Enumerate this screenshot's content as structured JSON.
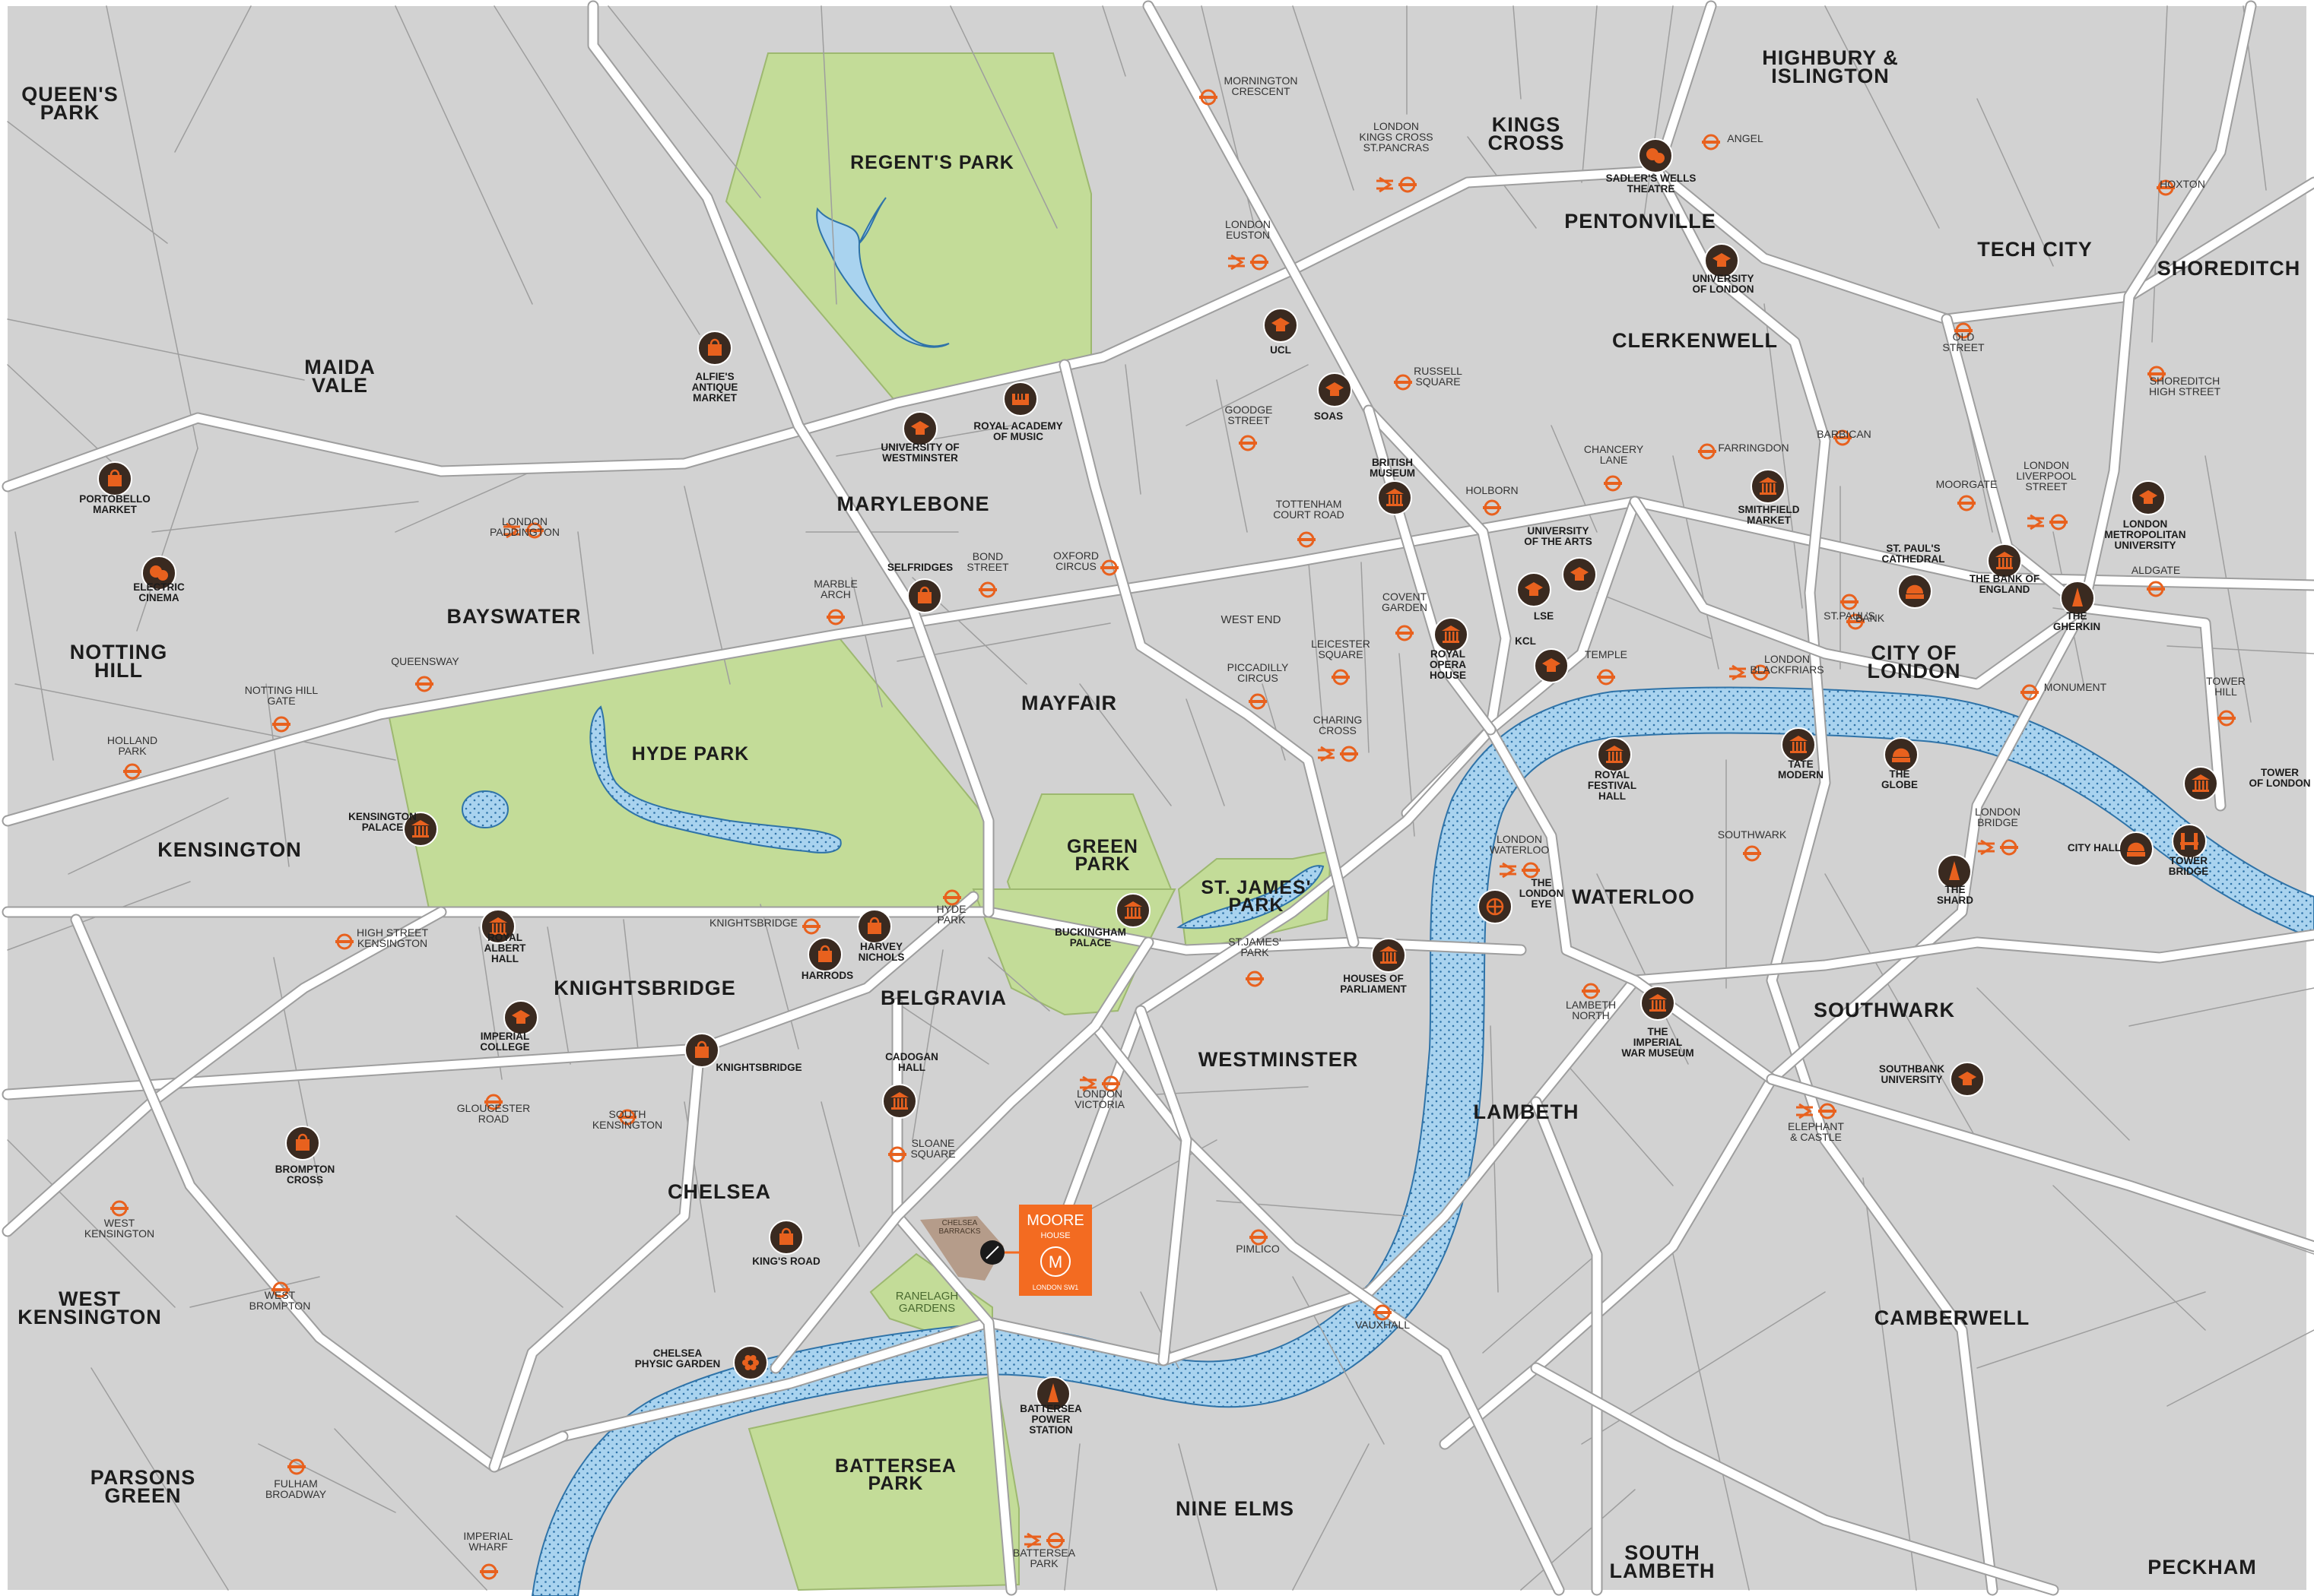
{
  "map": {
    "colors": {
      "background": "#d2d2d2",
      "road": "#ffffff",
      "road_edge": "#9e9e9e",
      "park": "#c3dc98",
      "river": "#a9d3ef",
      "river_dot": "#2f73a8",
      "poi_circle": "#3a2a20",
      "poi_glyph": "#e8611e",
      "station": "#e8611e",
      "brand": "#f36b21",
      "barracks": "#b59c8a"
    },
    "districts": [
      {
        "id": "queens-park",
        "lines": [
          "QUEEN'S",
          "PARK"
        ]
      },
      {
        "id": "maida-vale",
        "lines": [
          "MAIDA",
          "VALE"
        ]
      },
      {
        "id": "notting-hill",
        "lines": [
          "NOTTING",
          "HILL"
        ]
      },
      {
        "id": "bayswater",
        "lines": [
          "BAYSWATER"
        ]
      },
      {
        "id": "marylebone",
        "lines": [
          "MARYLEBONE"
        ]
      },
      {
        "id": "mayfair",
        "lines": [
          "MAYFAIR"
        ]
      },
      {
        "id": "kensington",
        "lines": [
          "KENSINGTON"
        ]
      },
      {
        "id": "knightsbridge",
        "lines": [
          "KNIGHTSBRIDGE"
        ]
      },
      {
        "id": "belgravia",
        "lines": [
          "BELGRAVIA"
        ]
      },
      {
        "id": "chelsea",
        "lines": [
          "CHELSEA"
        ]
      },
      {
        "id": "west-kensington",
        "lines": [
          "WEST",
          "KENSINGTON"
        ]
      },
      {
        "id": "parsons-green",
        "lines": [
          "PARSONS",
          "GREEN"
        ]
      },
      {
        "id": "westminster",
        "lines": [
          "WESTMINSTER"
        ]
      },
      {
        "id": "lambeth",
        "lines": [
          "LAMBETH"
        ]
      },
      {
        "id": "nine-elms",
        "lines": [
          "NINE ELMS"
        ]
      },
      {
        "id": "south-lambeth",
        "lines": [
          "SOUTH",
          "LAMBETH"
        ]
      },
      {
        "id": "waterloo",
        "lines": [
          "WATERLOO"
        ]
      },
      {
        "id": "southwark",
        "lines": [
          "SOUTHWARK"
        ]
      },
      {
        "id": "camberwell",
        "lines": [
          "CAMBERWELL"
        ]
      },
      {
        "id": "peckham",
        "lines": [
          "PECKHAM"
        ]
      },
      {
        "id": "kings-cross",
        "lines": [
          "KINGS",
          "CROSS"
        ]
      },
      {
        "id": "pentonville",
        "lines": [
          "PENTONVILLE"
        ]
      },
      {
        "id": "clerkenwell",
        "lines": [
          "CLERKENWELL"
        ]
      },
      {
        "id": "highbury-islington",
        "lines": [
          "HIGHBURY &",
          "ISLINGTON"
        ]
      },
      {
        "id": "tech-city",
        "lines": [
          "TECH CITY"
        ]
      },
      {
        "id": "shoreditch",
        "lines": [
          "SHOREDITCH"
        ]
      },
      {
        "id": "city-of-london",
        "lines": [
          "CITY OF",
          "LONDON"
        ]
      }
    ],
    "parks": [
      {
        "id": "regents-park",
        "lines": [
          "REGENT'S PARK"
        ]
      },
      {
        "id": "hyde-park",
        "lines": [
          "HYDE PARK"
        ]
      },
      {
        "id": "green-park",
        "lines": [
          "GREEN",
          "PARK"
        ]
      },
      {
        "id": "st-james-park",
        "lines": [
          "ST. JAMES'",
          "PARK"
        ]
      },
      {
        "id": "battersea-park",
        "lines": [
          "BATTERSEA",
          "PARK"
        ]
      },
      {
        "id": "ranelagh-gardens",
        "lines": [
          "RANELAGH",
          "GARDENS"
        ]
      }
    ],
    "stations": [
      {
        "id": "mornington-crescent",
        "lines": [
          "MORNINGTON",
          "CRESCENT"
        ]
      },
      {
        "id": "london-kings-cross",
        "lines": [
          "LONDON",
          "KINGS CROSS",
          "ST.PANCRAS"
        ]
      },
      {
        "id": "angel",
        "lines": [
          "ANGEL"
        ]
      },
      {
        "id": "hoxton",
        "lines": [
          "HOXTON"
        ]
      },
      {
        "id": "london-euston",
        "lines": [
          "LONDON",
          "EUSTON"
        ]
      },
      {
        "id": "russell-square",
        "lines": [
          "RUSSELL",
          "SQUARE"
        ]
      },
      {
        "id": "old-street",
        "lines": [
          "OLD",
          "STREET"
        ]
      },
      {
        "id": "shoreditch-high-street",
        "lines": [
          "SHOREDITCH",
          "HIGH STREET"
        ]
      },
      {
        "id": "goodge-street",
        "lines": [
          "GOODGE",
          "STREET"
        ]
      },
      {
        "id": "farringdon",
        "lines": [
          "FARRINGDON"
        ]
      },
      {
        "id": "barbican",
        "lines": [
          "BARBICAN"
        ]
      },
      {
        "id": "chancery-lane",
        "lines": [
          "CHANCERY",
          "LANE"
        ]
      },
      {
        "id": "holborn",
        "lines": [
          "HOLBORN"
        ]
      },
      {
        "id": "tottenham-court-road",
        "lines": [
          "TOTTENHAM",
          "COURT ROAD"
        ]
      },
      {
        "id": "moorgate",
        "lines": [
          "MOORGATE"
        ]
      },
      {
        "id": "london-liverpool-street",
        "lines": [
          "LONDON",
          "LIVERPOOL",
          "STREET"
        ]
      },
      {
        "id": "aldgate",
        "lines": [
          "ALDGATE"
        ]
      },
      {
        "id": "london-paddington",
        "lines": [
          "LONDON",
          "PADDINGTON"
        ]
      },
      {
        "id": "marble-arch",
        "lines": [
          "MARBLE",
          "ARCH"
        ]
      },
      {
        "id": "bond-street",
        "lines": [
          "BOND",
          "STREET"
        ]
      },
      {
        "id": "oxford-circus",
        "lines": [
          "OXFORD",
          "CIRCUS"
        ]
      },
      {
        "id": "queensway",
        "lines": [
          "QUEENSWAY"
        ]
      },
      {
        "id": "notting-hill-gate",
        "lines": [
          "NOTTING HILL",
          "GATE"
        ]
      },
      {
        "id": "holland-park",
        "lines": [
          "HOLLAND",
          "PARK"
        ]
      },
      {
        "id": "covent-garden",
        "lines": [
          "COVENT",
          "GARDEN"
        ]
      },
      {
        "id": "leicester-square",
        "lines": [
          "LEICESTER",
          "SQUARE"
        ]
      },
      {
        "id": "piccadilly-circus",
        "lines": [
          "PICCADILLY",
          "CIRCUS"
        ]
      },
      {
        "id": "charing-cross",
        "lines": [
          "CHARING",
          "CROSS"
        ]
      },
      {
        "id": "temple",
        "lines": [
          "TEMPLE"
        ]
      },
      {
        "id": "london-blackfriars",
        "lines": [
          "LONDON",
          "BLACKFRIARS"
        ]
      },
      {
        "id": "st-pauls",
        "lines": [
          "ST.PAUL'S"
        ]
      },
      {
        "id": "bank",
        "lines": [
          "BANK"
        ]
      },
      {
        "id": "monument",
        "lines": [
          "MONUMENT"
        ]
      },
      {
        "id": "tower-hill",
        "lines": [
          "TOWER",
          "HILL"
        ]
      },
      {
        "id": "high-street-kensington",
        "lines": [
          "HIGH STREET",
          "KENSINGTON"
        ]
      },
      {
        "id": "knightsbridge-stn",
        "lines": [
          "KNIGHTSBRIDGE"
        ]
      },
      {
        "id": "hyde-park-corner",
        "lines": [
          "HYDE",
          "PARK"
        ]
      },
      {
        "id": "st-james-park-stn",
        "lines": [
          "ST.JAMES'",
          "PARK"
        ]
      },
      {
        "id": "london-waterloo",
        "lines": [
          "LONDON",
          "WATERLOO"
        ]
      },
      {
        "id": "southwark-stn",
        "lines": [
          "SOUTHWARK"
        ]
      },
      {
        "id": "london-bridge",
        "lines": [
          "LONDON",
          "BRIDGE"
        ]
      },
      {
        "id": "gloucester-road",
        "lines": [
          "GLOUCESTER",
          "ROAD"
        ]
      },
      {
        "id": "south-kensington",
        "lines": [
          "SOUTH",
          "KENSINGTON"
        ]
      },
      {
        "id": "sloane-square",
        "lines": [
          "SLOANE",
          "SQUARE"
        ]
      },
      {
        "id": "london-victoria",
        "lines": [
          "LONDON",
          "VICTORIA"
        ]
      },
      {
        "id": "lambeth-north",
        "lines": [
          "LAMBETH",
          "NORTH"
        ]
      },
      {
        "id": "elephant-castle",
        "lines": [
          "ELEPHANT",
          "& CASTLE"
        ]
      },
      {
        "id": "west-kensington-stn",
        "lines": [
          "WEST",
          "KENSINGTON"
        ]
      },
      {
        "id": "west-brompton",
        "lines": [
          "WEST",
          "BROMPTON"
        ]
      },
      {
        "id": "pimlico",
        "lines": [
          "PIMLICO"
        ]
      },
      {
        "id": "vauxhall",
        "lines": [
          "VAUXHALL"
        ]
      },
      {
        "id": "fulham-broadway",
        "lines": [
          "FULHAM",
          "BROADWAY"
        ]
      },
      {
        "id": "imperial-wharf",
        "lines": [
          "IMPERIAL",
          "WHARF"
        ]
      },
      {
        "id": "battersea-park-stn",
        "lines": [
          "BATTERSEA",
          "PARK"
        ]
      }
    ],
    "pois": [
      {
        "id": "alfies-antique-market",
        "lines": [
          "ALFIE'S",
          "ANTIQUE",
          "MARKET"
        ]
      },
      {
        "id": "royal-academy-of-music",
        "lines": [
          "ROYAL ACADEMY",
          "OF MUSIC"
        ]
      },
      {
        "id": "university-of-westminster",
        "lines": [
          "UNIVERSITY OF",
          "WESTMINSTER"
        ]
      },
      {
        "id": "portobello-market",
        "lines": [
          "PORTOBELLO",
          "MARKET"
        ]
      },
      {
        "id": "electric-cinema",
        "lines": [
          "ELECTRIC",
          "CINEMA"
        ]
      },
      {
        "id": "selfridges",
        "lines": [
          "SELFRIDGES"
        ]
      },
      {
        "id": "ucl",
        "lines": [
          "UCL"
        ]
      },
      {
        "id": "soas",
        "lines": [
          "SOAS"
        ]
      },
      {
        "id": "british-museum",
        "lines": [
          "BRITISH",
          "MUSEUM"
        ]
      },
      {
        "id": "sadlers-wells-theatre",
        "lines": [
          "SADLER'S WELLS",
          "THEATRE"
        ]
      },
      {
        "id": "university-of-london",
        "lines": [
          "UNIVERSITY",
          "OF LONDON"
        ]
      },
      {
        "id": "smithfield-market",
        "lines": [
          "SMITHFIELD",
          "MARKET"
        ]
      },
      {
        "id": "university-of-the-arts",
        "lines": [
          "UNIVERSITY",
          "OF THE ARTS"
        ]
      },
      {
        "id": "lse",
        "lines": [
          "LSE"
        ]
      },
      {
        "id": "royal-opera-house",
        "lines": [
          "ROYAL",
          "OPERA",
          "HOUSE"
        ]
      },
      {
        "id": "kcl",
        "lines": [
          "KCL"
        ]
      },
      {
        "id": "st-pauls-cathedral",
        "lines": [
          "ST. PAUL'S",
          "CATHEDRAL"
        ]
      },
      {
        "id": "bank-of-england",
        "lines": [
          "THE BANK OF",
          "ENGLAND"
        ]
      },
      {
        "id": "the-gherkin",
        "lines": [
          "THE",
          "GHERKIN"
        ]
      },
      {
        "id": "london-metropolitan-university",
        "lines": [
          "LONDON",
          "METROPOLITAN",
          "UNIVERSITY"
        ]
      },
      {
        "id": "kensington-palace",
        "lines": [
          "KENSINGTON",
          "PALACE"
        ]
      },
      {
        "id": "royal-albert-hall",
        "lines": [
          "ROYAL",
          "ALBERT",
          "HALL"
        ]
      },
      {
        "id": "imperial-college",
        "lines": [
          "IMPERIAL",
          "COLLEGE"
        ]
      },
      {
        "id": "harvey-nichols",
        "lines": [
          "HARVEY",
          "NICHOLS"
        ]
      },
      {
        "id": "harrods",
        "lines": [
          "HARRODS"
        ]
      },
      {
        "id": "buckingham-palace",
        "lines": [
          "BUCKINGHAM",
          "PALACE"
        ]
      },
      {
        "id": "houses-of-parliament",
        "lines": [
          "HOUSES OF",
          "PARLIAMENT"
        ]
      },
      {
        "id": "london-eye",
        "lines": [
          "THE",
          "LONDON",
          "EYE"
        ]
      },
      {
        "id": "royal-festival-hall",
        "lines": [
          "ROYAL",
          "FESTIVAL",
          "HALL"
        ]
      },
      {
        "id": "tate-modern",
        "lines": [
          "TATE",
          "MODERN"
        ]
      },
      {
        "id": "the-globe",
        "lines": [
          "THE",
          "GLOBE"
        ]
      },
      {
        "id": "the-shard",
        "lines": [
          "THE",
          "SHARD"
        ]
      },
      {
        "id": "city-hall",
        "lines": [
          "CITY HALL"
        ]
      },
      {
        "id": "tower-bridge",
        "lines": [
          "TOWER",
          "BRIDGE"
        ]
      },
      {
        "id": "tower-of-london",
        "lines": [
          "TOWER",
          "OF LONDON"
        ]
      },
      {
        "id": "imperial-war-museum",
        "lines": [
          "THE",
          "IMPERIAL",
          "WAR MUSEUM"
        ]
      },
      {
        "id": "southbank-university",
        "lines": [
          "SOUTHBANK",
          "UNIVERSITY"
        ]
      },
      {
        "id": "cadogan-hall",
        "lines": [
          "CADOGAN",
          "HALL"
        ]
      },
      {
        "id": "brompton-cross",
        "lines": [
          "BROMPTON",
          "CROSS"
        ]
      },
      {
        "id": "knightsbridge-poi",
        "lines": [
          "KNIGHTSBRIDGE"
        ]
      },
      {
        "id": "kings-road",
        "lines": [
          "KING'S ROAD"
        ]
      },
      {
        "id": "chelsea-physic-garden",
        "lines": [
          "CHELSEA",
          "PHYSIC GARDEN"
        ]
      },
      {
        "id": "battersea-power-station",
        "lines": [
          "BATTERSEA",
          "POWER",
          "STATION"
        ]
      }
    ],
    "plain_labels": [
      {
        "id": "west-end",
        "lines": [
          "WEST END"
        ]
      }
    ],
    "barracks": {
      "lines": [
        "CHELSEA",
        "BARRACKS"
      ]
    },
    "brand": {
      "name": "MOORE",
      "sub": "HOUSE",
      "monogram": "M",
      "location": "LONDON SW1"
    }
  }
}
